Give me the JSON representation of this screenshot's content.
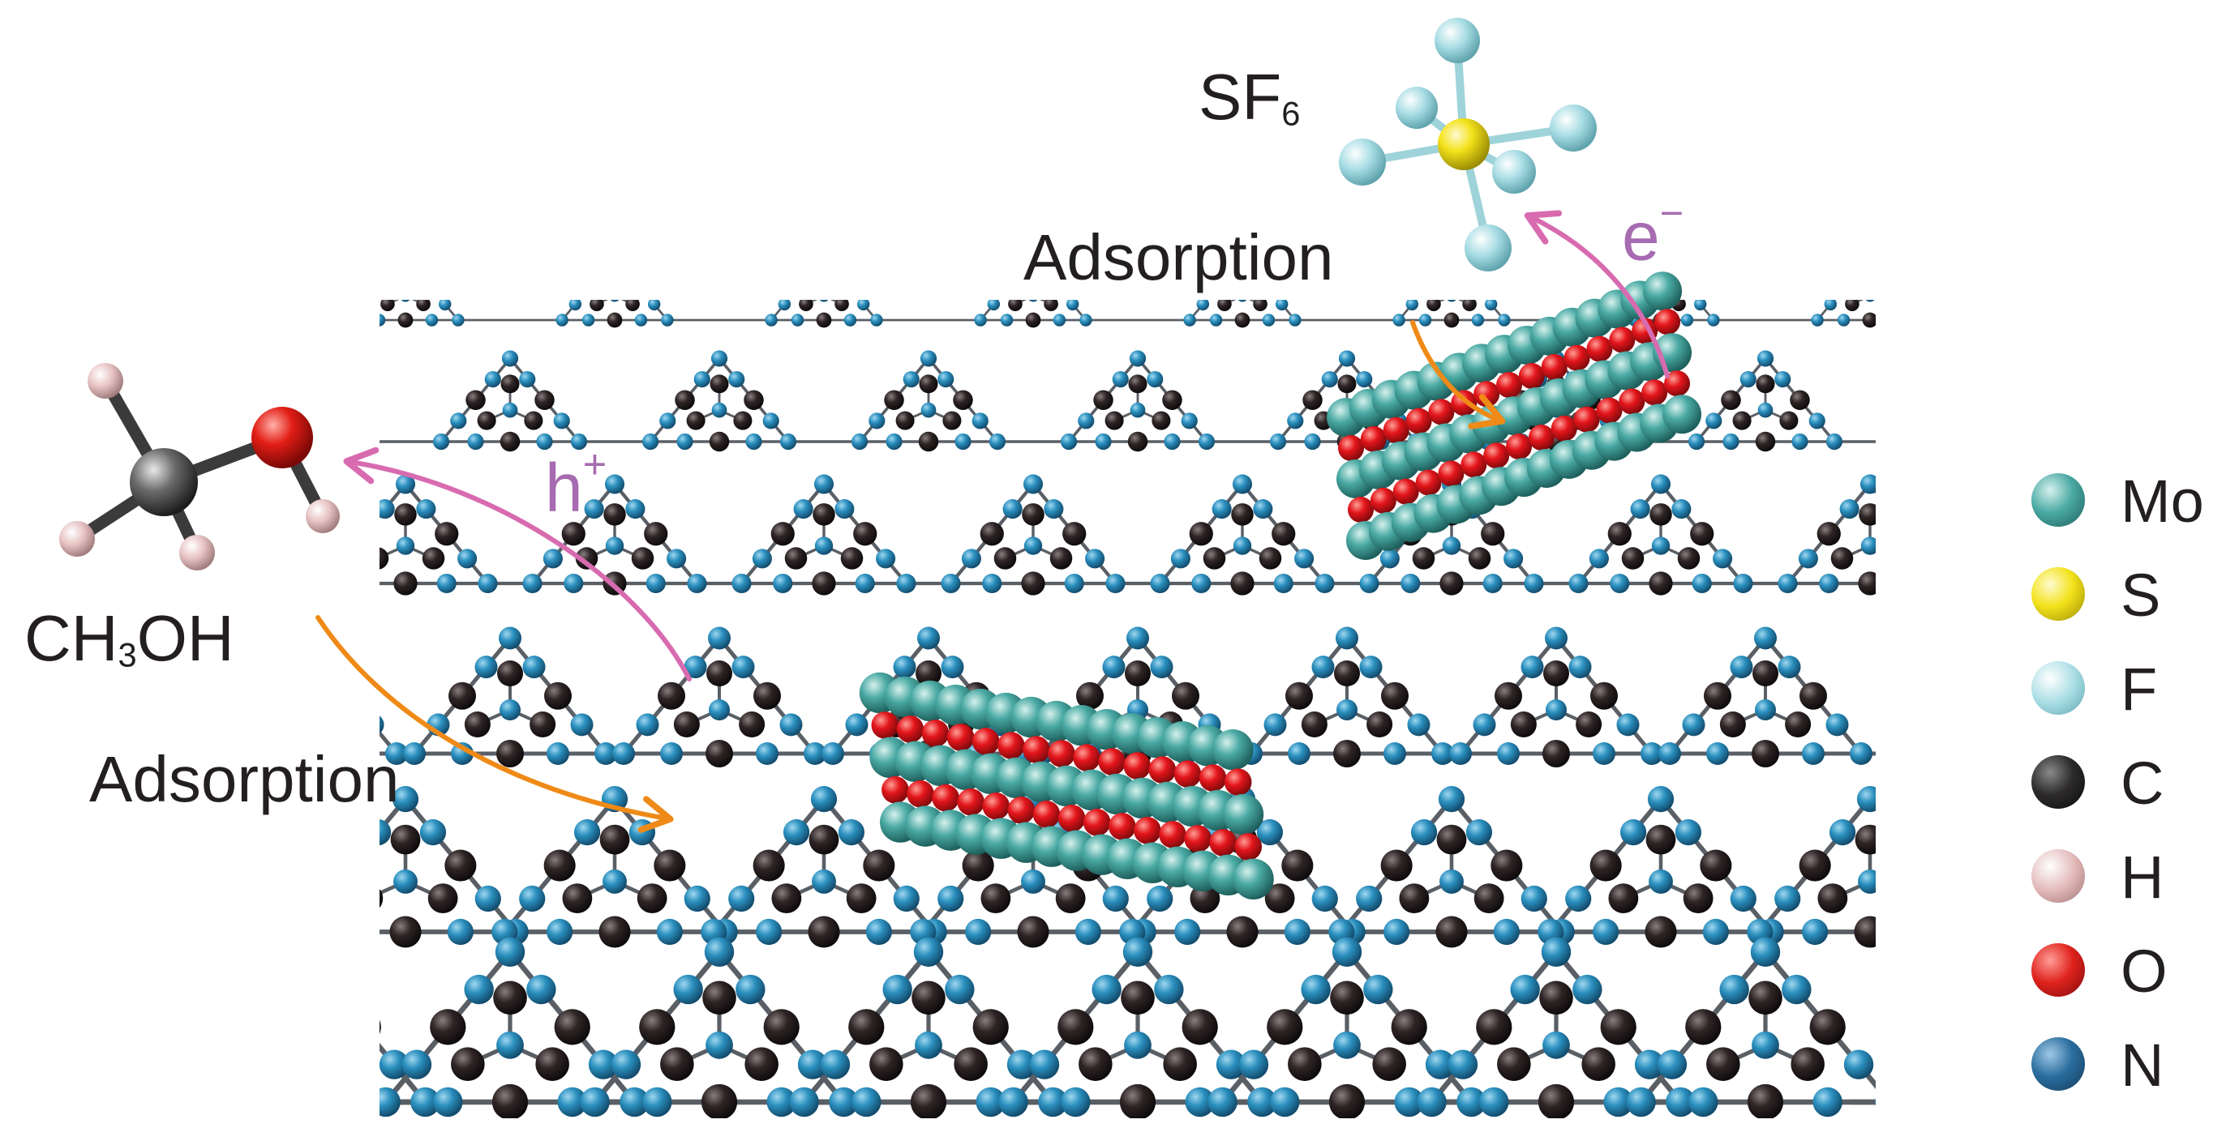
{
  "labels": {
    "sf6": "SF",
    "sf6_sub": "6",
    "ch3oh_a": "CH",
    "ch3oh_sub": "3",
    "ch3oh_b": "OH",
    "adsorption_top": "Adsorption",
    "adsorption_left": "Adsorption",
    "h_plus": "h",
    "h_plus_sup": "+",
    "e_minus": "e",
    "e_minus_sup": "−"
  },
  "legend": [
    {
      "label": "Mo",
      "color": "#2f9e9a"
    },
    {
      "label": "S",
      "color": "#f0e21a"
    },
    {
      "label": "F",
      "color": "#a8dde4"
    },
    {
      "label": "C",
      "color": "#2c2a2b"
    },
    {
      "label": "H",
      "color": "#e2b9b8"
    },
    {
      "label": "O",
      "color": "#e0231d"
    },
    {
      "label": "N",
      "color": "#2a6d9e"
    }
  ],
  "colors": {
    "arrow_orange": "#ef8a17",
    "arrow_pink": "#d86bb0",
    "bond": "#5a5f66",
    "nitrogen": "#2a86b4",
    "carbon": "#2b2223",
    "molybdenum": "#49a8a3",
    "oxygen": "#e3151b"
  }
}
